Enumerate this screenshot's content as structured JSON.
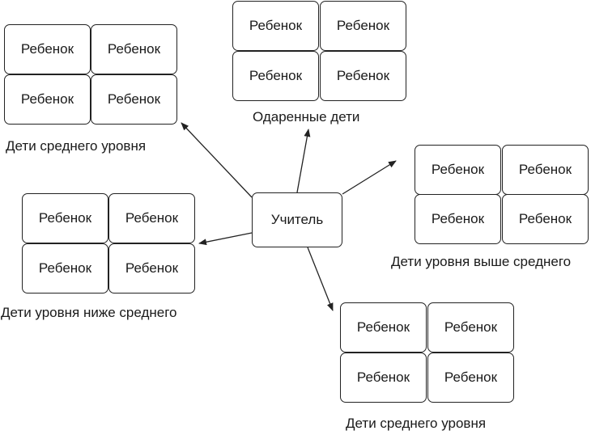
{
  "center": {
    "label": "Учитель"
  },
  "groups": [
    {
      "caption": "Дети среднего уровня",
      "children": [
        "Ребенок",
        "Ребенок",
        "Ребенок",
        "Ребенок"
      ]
    },
    {
      "caption": "Одаренные дети",
      "children": [
        "Ребенок",
        "Ребенок",
        "Ребенок",
        "Ребенок"
      ]
    },
    {
      "caption": "Дети уровня выше среднего",
      "children": [
        "Ребенок",
        "Ребенок",
        "Ребенок",
        "Ребенок"
      ]
    },
    {
      "caption": "Дети уровня ниже среднего",
      "children": [
        "Ребенок",
        "Ребенок",
        "Ребенок",
        "Ребенок"
      ]
    },
    {
      "caption": "Дети среднего уровня",
      "children": [
        "Ребенок",
        "Ребенок",
        "Ребенок",
        "Ребенок"
      ]
    }
  ]
}
